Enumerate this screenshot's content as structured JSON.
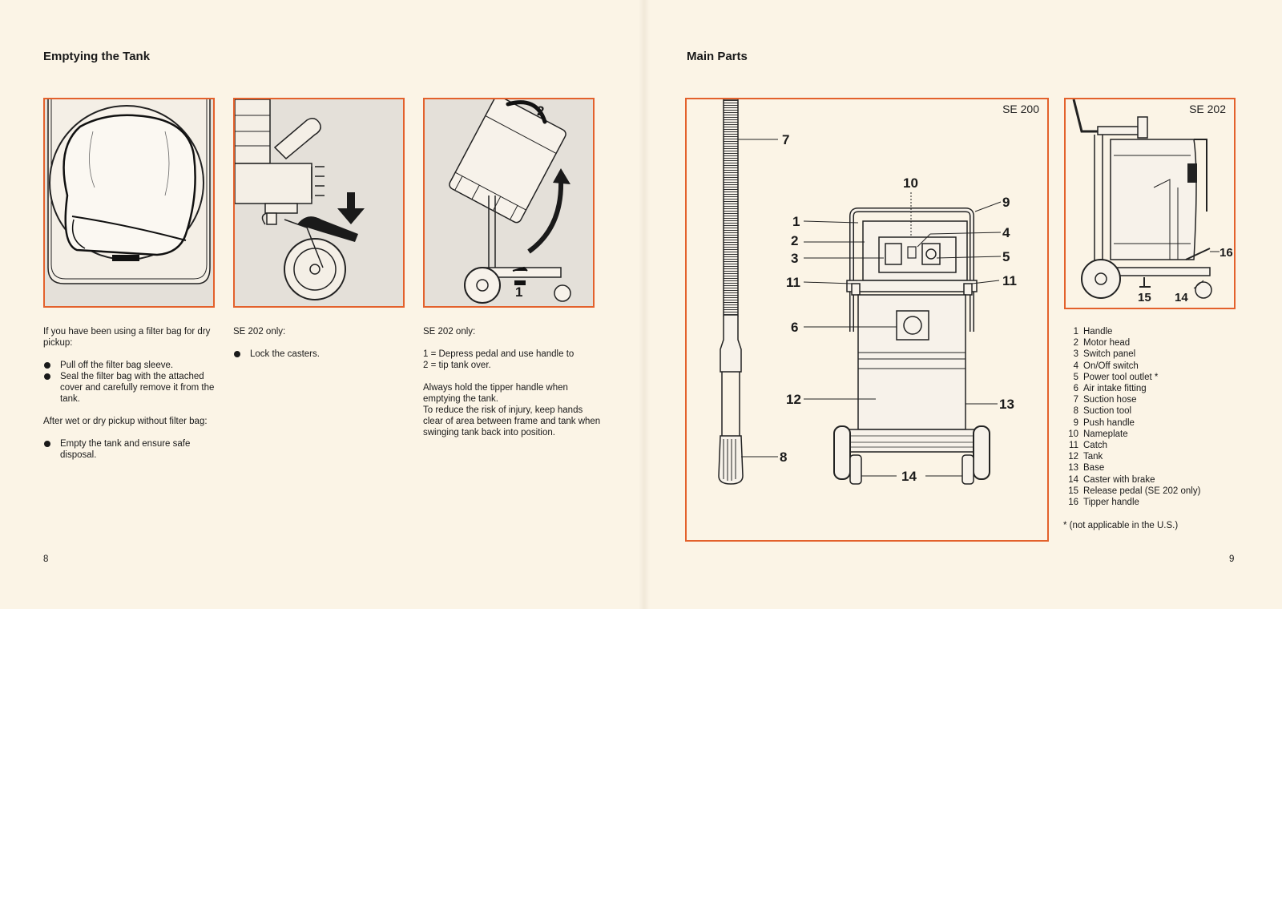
{
  "left_page": {
    "heading": "Emptying the Tank",
    "page_number": "8",
    "figures": [
      {
        "callouts": []
      },
      {
        "callouts": []
      },
      {
        "callouts": [
          "2",
          "1"
        ]
      }
    ],
    "col1": {
      "intro": "If you have been using a filter bag for dry pickup:",
      "bullets": [
        "Pull off the filter bag sleeve.",
        "Seal the filter bag with the attached cover and carefully remove it from the tank."
      ],
      "after": "After wet or dry pickup without filter bag:",
      "bullets2": [
        "Empty the tank and ensure safe disposal."
      ]
    },
    "col2": {
      "intro": "SE 202 only:",
      "bullets": [
        "Lock the casters."
      ]
    },
    "col3": {
      "intro": "SE 202 only:",
      "step1": "1 = Depress pedal and use handle to",
      "step2": "2 = tip tank over.",
      "warn1": "Always hold the tipper handle when emptying the tank.",
      "warn2": "To reduce the risk of injury, keep hands clear of area between frame and tank when swinging tank back into position."
    }
  },
  "right_page": {
    "heading": "Main Parts",
    "page_number": "9",
    "figure_main": {
      "model": "SE 200",
      "callouts": [
        "7",
        "10",
        "9",
        "1",
        "2",
        "3",
        "4",
        "5",
        "11",
        "11",
        "6",
        "12",
        "13",
        "8",
        "14"
      ]
    },
    "figure_side": {
      "model": "SE 202",
      "callouts": [
        "16",
        "15",
        "14"
      ]
    },
    "parts": [
      {
        "num": "1",
        "name": "Handle"
      },
      {
        "num": "2",
        "name": "Motor head"
      },
      {
        "num": "3",
        "name": "Switch panel"
      },
      {
        "num": "4",
        "name": "On/Off switch"
      },
      {
        "num": "5",
        "name": "Power tool outlet *"
      },
      {
        "num": "6",
        "name": "Air intake fitting"
      },
      {
        "num": "7",
        "name": "Suction hose"
      },
      {
        "num": "8",
        "name": "Suction tool"
      },
      {
        "num": "9",
        "name": "Push handle"
      },
      {
        "num": "10",
        "name": "Nameplate"
      },
      {
        "num": "11",
        "name": "Catch"
      },
      {
        "num": "12",
        "name": "Tank"
      },
      {
        "num": "13",
        "name": "Base"
      },
      {
        "num": "14",
        "name": "Caster with brake"
      },
      {
        "num": "15",
        "name": "Release pedal (SE 202 only)"
      },
      {
        "num": "16",
        "name": "Tipper handle"
      }
    ],
    "note": "* (not applicable in the U.S.)"
  },
  "colors": {
    "frame": "#e3612c",
    "paper": "#fbf4e6",
    "figure_bg": "#e4e0d9",
    "ink": "#1a1a1a"
  }
}
